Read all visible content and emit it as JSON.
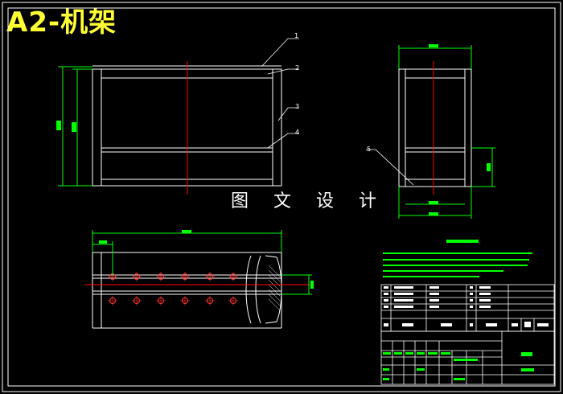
{
  "title": "A2-机架",
  "watermark": "图 文 设 计",
  "part_callouts": [
    "1",
    "2",
    "3",
    "4",
    "5"
  ],
  "colors": {
    "background": "#000000",
    "outline": "#ffffff",
    "dimension": "#00ff00",
    "centerline": "#ff0000",
    "title": "#ffff33"
  }
}
